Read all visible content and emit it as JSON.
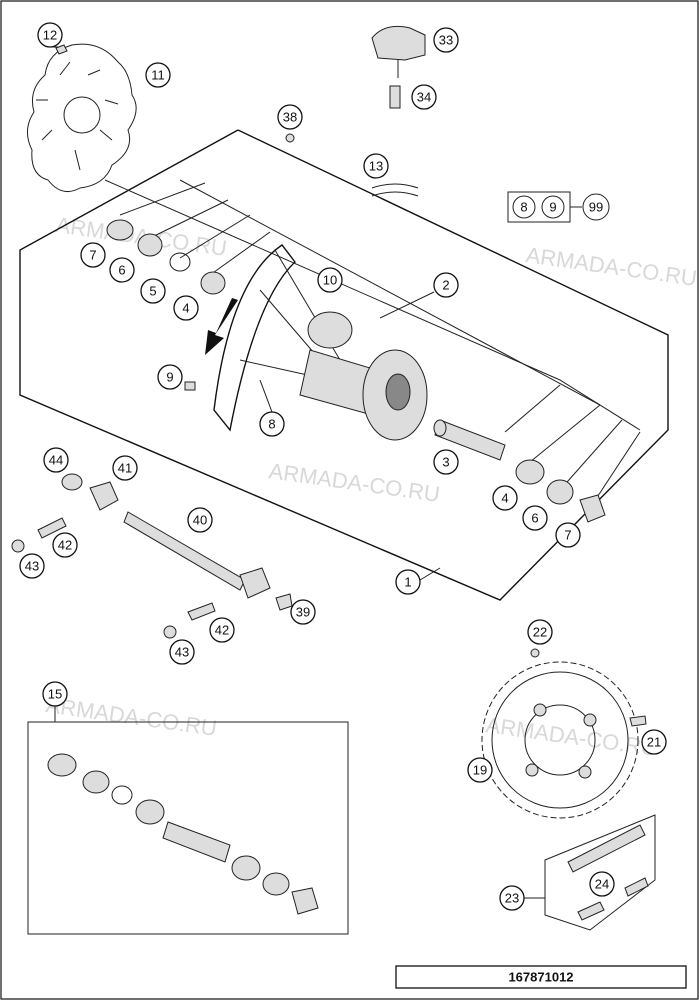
{
  "watermarks": [
    "ARMADA-CO.RU",
    "ARMADA-CO.RU",
    "ARMADA-CO.RU",
    "ARMADA-CO.RU",
    "ARMADA-CO.RU"
  ],
  "document_number": "167871012",
  "kit_box": {
    "a": "8",
    "b": "9",
    "result": "99"
  },
  "callouts": [
    "12",
    "11",
    "33",
    "34",
    "38",
    "13",
    "7",
    "6",
    "5",
    "4",
    "10",
    "2",
    "9",
    "8",
    "3",
    "4",
    "6",
    "7",
    "44",
    "41",
    "40",
    "42",
    "43",
    "1",
    "39",
    "42",
    "43",
    "22",
    "15",
    "21",
    "19",
    "24",
    "23"
  ]
}
